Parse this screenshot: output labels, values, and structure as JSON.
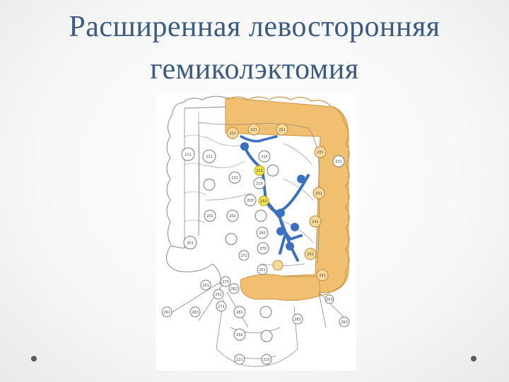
{
  "slide": {
    "title_line1": "Расширенная левосторонняя",
    "title_line2": "гемиколэктомия"
  },
  "diagram": {
    "labels": {
      "n221a": "221",
      "n221b": "221",
      "n211a": "211",
      "n211b": "211",
      "n231": "231",
      "n231b": "231",
      "n231c": "231",
      "n201": "201",
      "n202": "202",
      "n201b": "201",
      "n221c": "221",
      "n216": "216",
      "n222": "222",
      "n223": "223",
      "n210": "210",
      "n203": "203",
      "n253": "253",
      "n241": "241",
      "n241b": "241",
      "n241c": "241",
      "n280": "280",
      "n270": "270",
      "n272": "272",
      "n251": "251",
      "n252": "252",
      "n262": "262",
      "n261": "261",
      "n271": "271",
      "n250": "250",
      "n273": "273",
      "n281": "281",
      "n291": "291",
      "n282": "282",
      "n263": "263",
      "n2212": "221",
      "n2210": "210",
      "n260": "260"
    }
  }
}
